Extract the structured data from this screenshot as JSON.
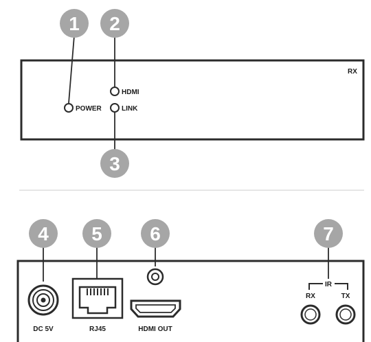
{
  "callouts": [
    "1",
    "2",
    "3",
    "4",
    "5",
    "6",
    "7"
  ],
  "front_panel": {
    "model_label": "RX",
    "led_power": "POWER",
    "led_hdmi": "HDMI",
    "led_link": "LINK"
  },
  "rear_panel": {
    "dc_label": "DC 5V",
    "rj45_label": "RJ45",
    "hdmi_out_label": "HDMI OUT",
    "ir_label": "IR",
    "ir_rx_label": "RX",
    "ir_tx_label": "TX"
  },
  "colors": {
    "callout": "#a6a6a6",
    "outline": "#2b2b2b",
    "divider": "#e6e6e6"
  }
}
